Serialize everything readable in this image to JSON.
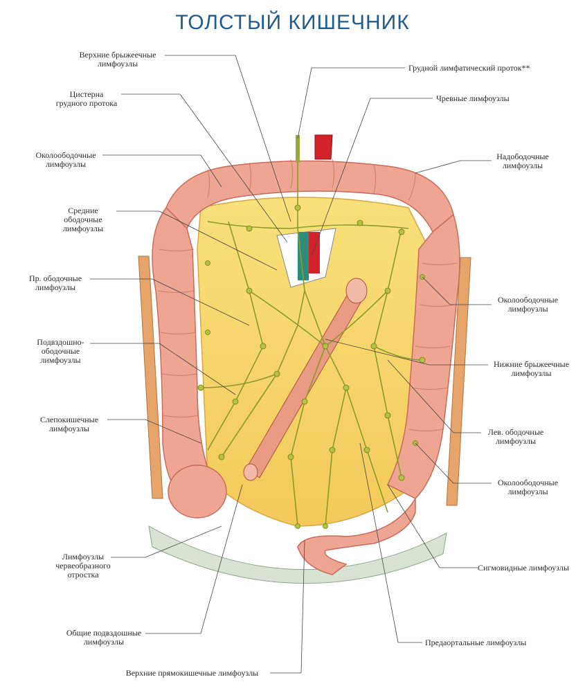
{
  "title": "ТОЛСТЫЙ КИШЕЧНИК",
  "labels": {
    "upper_mesenteric": [
      "Верхние брыжеечные",
      "лимфоузлы"
    ],
    "cisterna": [
      "Цистерна",
      "грудного протока"
    ],
    "paracolic_left_top": [
      "Околоободочные",
      "лимфоузлы"
    ],
    "middle_colic": [
      "Средние",
      "ободочные",
      "лимфоузлы"
    ],
    "right_colic": [
      "Пр. ободочные",
      "лимфоузлы"
    ],
    "ileocolic": [
      "Подвздошно-",
      "ободочные",
      "лимфоузлы"
    ],
    "cecal": [
      "Слепокишечные",
      "лимфоузлы"
    ],
    "appendix": [
      "Лимфоузлы",
      "червеобразного",
      "отростка"
    ],
    "common_iliac": [
      "Общие подвздошные",
      "лимфоузлы"
    ],
    "superior_rectal": [
      "Верхние прямокишечные лимфоузлы"
    ],
    "thoracic_duct": [
      "Грудной лимфатический проток**"
    ],
    "celiac": [
      "Чревные лимфоузлы"
    ],
    "epicolic": [
      "Надободочные",
      "лимфоузлы"
    ],
    "paracolic_right_1": [
      "Околоободочные",
      "лимфоузлы"
    ],
    "inferior_mesenteric": [
      "Нижние брыжеечные",
      "лимфоузлы"
    ],
    "left_colic": [
      "Лев. ободочные",
      "лимфоузлы"
    ],
    "paracolic_right_2": [
      "Околоободочные",
      "лимфоузлы"
    ],
    "sigmoid": [
      "Сигмовидные лимфоузлы"
    ],
    "preaortic": [
      "Предаортальные лимфоузлы"
    ]
  },
  "colors": {
    "title": "#1f5b8e",
    "colon": "#eaa08a",
    "colon_dark": "#c96a5a",
    "mesentery": "#f7d96a",
    "lymph": "#9aa83a",
    "artery": "#d2232a",
    "leader": "#444444"
  }
}
